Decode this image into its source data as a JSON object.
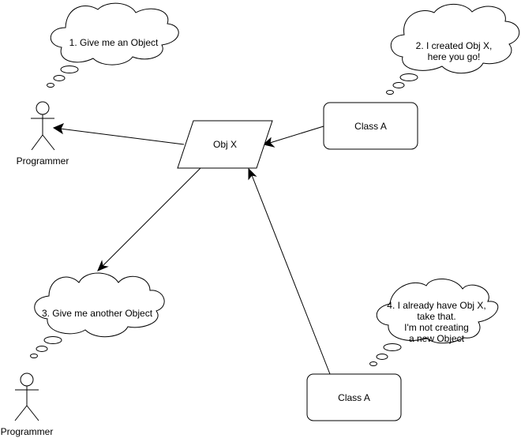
{
  "diagram": {
    "actors": [
      {
        "id": "programmer-1",
        "label": "Programmer"
      },
      {
        "id": "programmer-2",
        "label": "Programmer"
      }
    ],
    "object": {
      "id": "obj-x",
      "label": "Obj X"
    },
    "classes": [
      {
        "id": "class-a-1",
        "label": "Class A"
      },
      {
        "id": "class-a-2",
        "label": "Class A"
      }
    ],
    "thoughts": [
      {
        "id": "thought-1",
        "text": "1. Give me an Object"
      },
      {
        "id": "thought-2",
        "text": "2. I created Obj X,\nhere you go!"
      },
      {
        "id": "thought-3",
        "text": "3. Give me another Object"
      },
      {
        "id": "thought-4",
        "text": "4. I already have Obj X,\ntake that.\nI'm not creating\na new Object"
      }
    ],
    "edges": [
      {
        "from": "obj-x",
        "to": "programmer-1"
      },
      {
        "from": "class-a-1",
        "to": "obj-x"
      },
      {
        "from": "obj-x",
        "to": "thought-3"
      },
      {
        "from": "class-a-2",
        "to": "obj-x"
      }
    ]
  }
}
